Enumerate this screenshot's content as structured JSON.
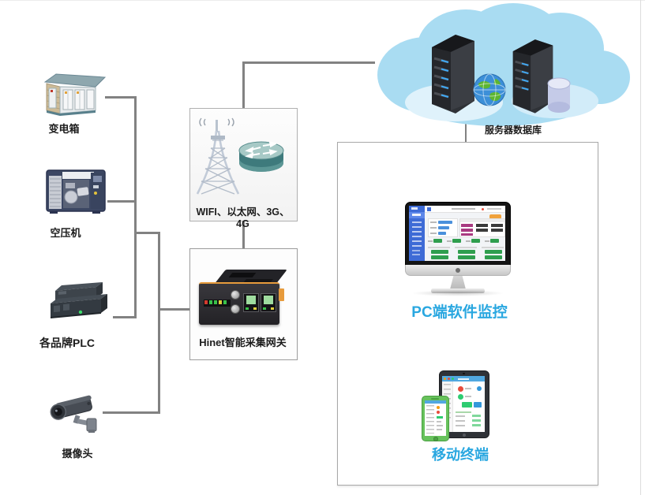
{
  "nodes": {
    "transformer": {
      "label": "变电箱"
    },
    "compressor": {
      "label": "空压机"
    },
    "plc": {
      "label": "各品牌PLC"
    },
    "camera": {
      "label": "摄像头"
    },
    "network": {
      "label": "WIFI、以太网、3G、4G"
    },
    "gateway": {
      "label": "Hinet智能采集网关"
    },
    "server_database": {
      "label": "服务器数据库"
    },
    "pc_monitor": {
      "label": "PC端软件监控"
    },
    "mobile_terminal": {
      "label": "移动终端"
    }
  },
  "connections": [
    {
      "from": "transformer",
      "to": "gateway"
    },
    {
      "from": "compressor",
      "to": "gateway"
    },
    {
      "from": "plc",
      "to": "gateway"
    },
    {
      "from": "camera",
      "to": "gateway"
    },
    {
      "from": "gateway",
      "to": "network"
    },
    {
      "from": "network",
      "to": "server_database"
    },
    {
      "from": "server_database",
      "to": "monitoring_platform"
    }
  ],
  "colors": {
    "accent_cyan": "#29a7e0",
    "connector_gray": "#828282",
    "box_border": "#b0b0b0",
    "cloud_blue": "#a9dcf2",
    "server_dark": "#2f3237",
    "server_led_blue": "#3fa9f5",
    "router_teal": "#3e7a7c",
    "gateway_body": "#2e2d31",
    "gateway_orange": "#e79b3c",
    "phone_green": "#67c25c",
    "label_dark": "#1c1c1c"
  }
}
